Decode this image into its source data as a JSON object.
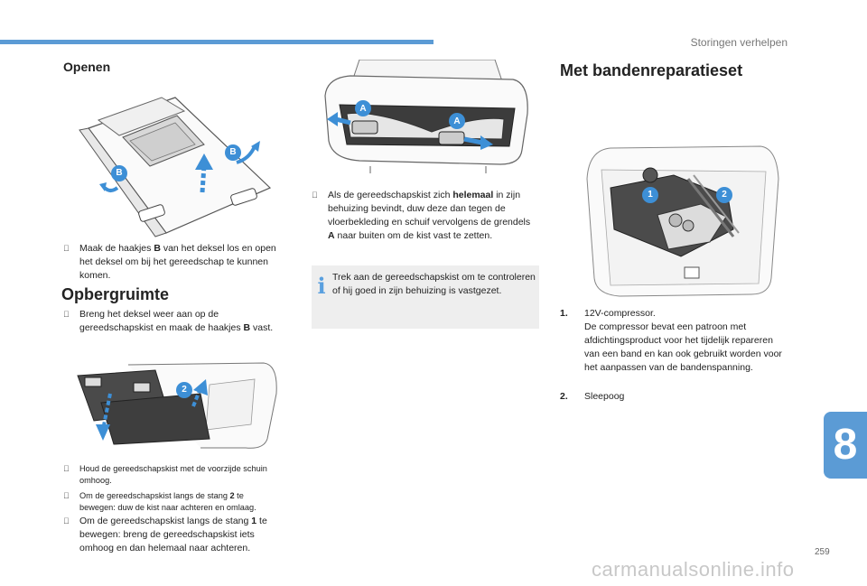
{
  "header": {
    "section_title": "Storingen verhelpen"
  },
  "left": {
    "heading_open": "Openen",
    "fig1_labels": {
      "b1": "B",
      "b2": "B"
    },
    "bullet1": {
      "mark": "",
      "pre": "Maak de haakjes ",
      "bold": "B",
      "post": " van het deksel los en open het deksel om bij het gereedschap te kunnen komen."
    },
    "heading_storage": "Opbergruimte",
    "bullet2": {
      "mark": "",
      "pre": "Breng het deksel weer aan op de gereedschapskist en maak de haakjes ",
      "bold": "B",
      "post": " vast."
    },
    "fig2_labels": {
      "n2": "2"
    },
    "bullet3": {
      "mark": "",
      "text": "Houd de gereedschapskist met de voorzijde schuin omhoog."
    },
    "bullet4": {
      "mark": "",
      "pre": "Om de gereedschapskist langs de stang ",
      "bold": "2",
      "post": " te bewegen: duw de kist naar achteren en omlaag."
    },
    "bullet5": {
      "mark": "",
      "pre": "Om de gereedschapskist langs de stang ",
      "bold": "1",
      "post": " te bewegen: breng de gereedschapskist iets omhoog en dan helemaal naar achteren."
    }
  },
  "middle": {
    "fig_labels": {
      "a1": "A",
      "a2": "A"
    },
    "bullet1": {
      "mark": "",
      "pre": "Als de gereedschapskist zich ",
      "bold": "helemaal",
      "post": " in zijn behuizing bevindt, duw deze dan tegen de vloerbekleding en schuif vervolgens de grendels ",
      "bold2": "A",
      "post2": " naar buiten om de kist vast te zetten."
    },
    "info_icon": "i",
    "info_text": "Trek aan de gereedschapskist om te controleren of hij goed in zijn behuizing is vastgezet."
  },
  "right": {
    "heading": "Met bandenreparatieset",
    "fig_labels": {
      "n1": "1",
      "n2": "2"
    },
    "items": [
      {
        "num": "1.",
        "title": "12V-compressor.",
        "desc": "De compressor bevat een patroon met afdichtingsproduct voor het tijdelijk repareren van een band en kan ook gebruikt worden voor het aanpassen van de bandenspanning."
      },
      {
        "num": "2.",
        "title": "Sleepoog",
        "desc": ""
      }
    ]
  },
  "chapter_number": "8",
  "page_number": "259",
  "watermark": "carmanualsonline.info",
  "colors": {
    "accent": "#5b9bd5",
    "info_box": "#eeeeee",
    "callout": "#3d8fd6"
  }
}
